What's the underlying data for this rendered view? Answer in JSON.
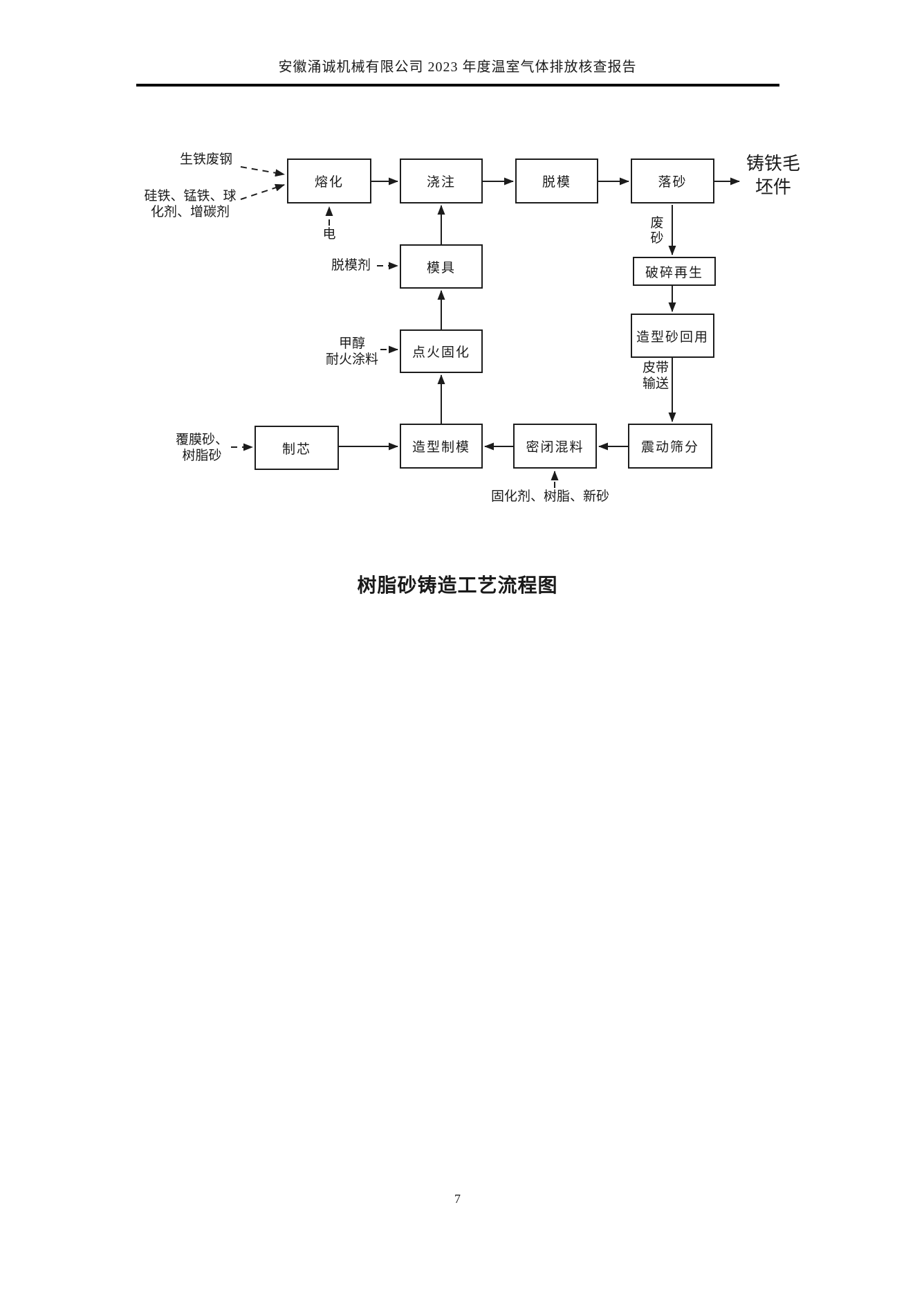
{
  "header": {
    "text": "安徽涌诚机械有限公司 2023 年度温室气体排放核查报告"
  },
  "figure": {
    "caption": "树脂砂铸造工艺流程图",
    "boxes": {
      "melting": "熔化",
      "pouring": "浇注",
      "demolding": "脱模",
      "shakeout": "落砂",
      "mold": "模具",
      "ignition_curing": "点火固化",
      "core_making": "制芯",
      "molding": "造型制模",
      "sealed_mixing": "密闭混料",
      "vibrating_screening": "震动筛分",
      "crushing_regeneration": "破碎再生",
      "molding_sand_reuse": "造型砂回用"
    },
    "inputs": {
      "pig_iron_scrap": "生铁废钢",
      "alloys": {
        "lines": [
          "硅铁、锰铁、球",
          "化剂、增碳剂"
        ]
      },
      "electricity": "电",
      "release_agent": "脱模剂",
      "methanol_coating": {
        "lines": [
          "甲醇",
          "耐火涂料"
        ]
      },
      "coated_resin_sand": {
        "lines": [
          "覆膜砂、",
          "树脂砂"
        ]
      },
      "curing_agent_resin_new_sand": "固化剂、树脂、新砂"
    },
    "flow_labels": {
      "waste_sand": {
        "lines": [
          "废",
          "砂"
        ]
      },
      "belt_conveying": {
        "lines": [
          "皮带",
          "输送"
        ]
      }
    },
    "output": {
      "lines": [
        "铸铁毛",
        "坯件"
      ]
    }
  },
  "footer": {
    "page_number": "7"
  }
}
